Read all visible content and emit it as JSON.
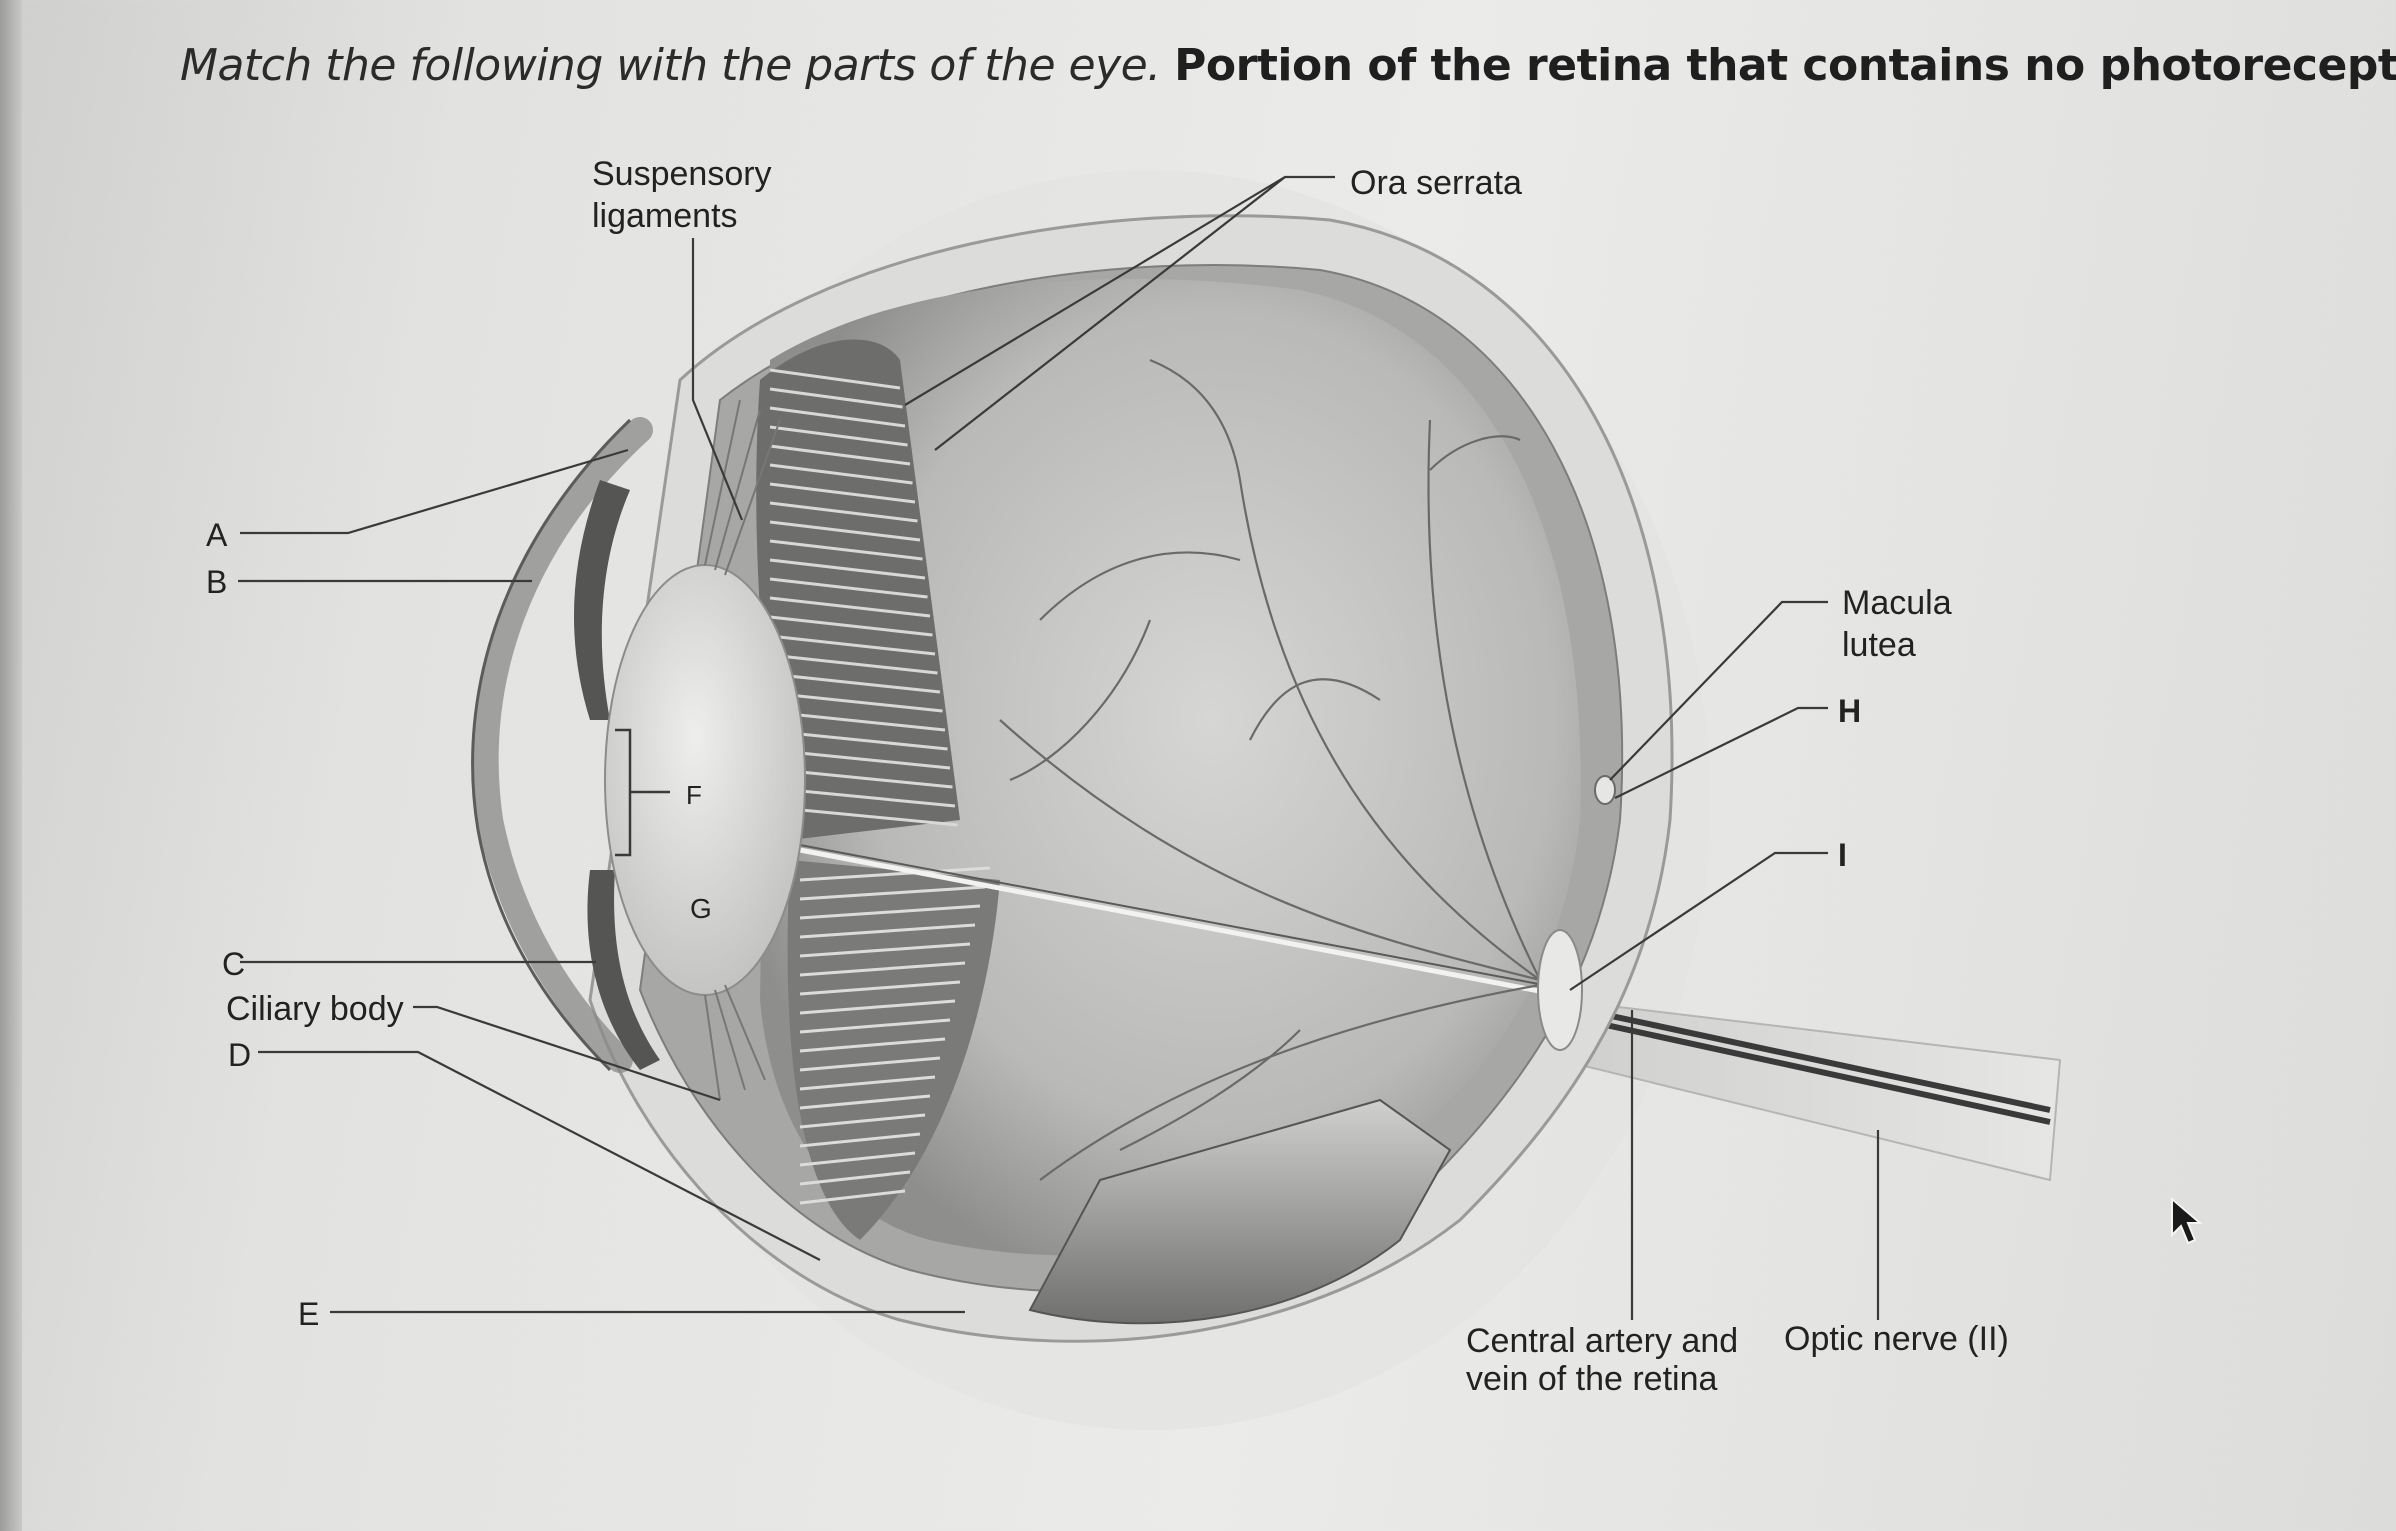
{
  "question": {
    "intro": "Match the following with the parts of the eye.",
    "prompt": "Portion of the retina that contains no photoreceptors"
  },
  "labels": {
    "suspensory_1": "Suspensory",
    "suspensory_2": "ligaments",
    "ora_serrata": "Ora serrata",
    "macula_1": "Macula",
    "macula_2": "lutea",
    "h": "H",
    "i": "I",
    "a": "A",
    "b": "B",
    "c": "C",
    "ciliary_body": "Ciliary body",
    "d": "D",
    "e": "E",
    "f": "F",
    "g": "G",
    "central_artery_1": "Central artery and",
    "central_artery_2": "vein of the retina",
    "optic_nerve": "Optic nerve (II)"
  },
  "colors": {
    "line": "#3a3a3a",
    "text": "#222222"
  }
}
